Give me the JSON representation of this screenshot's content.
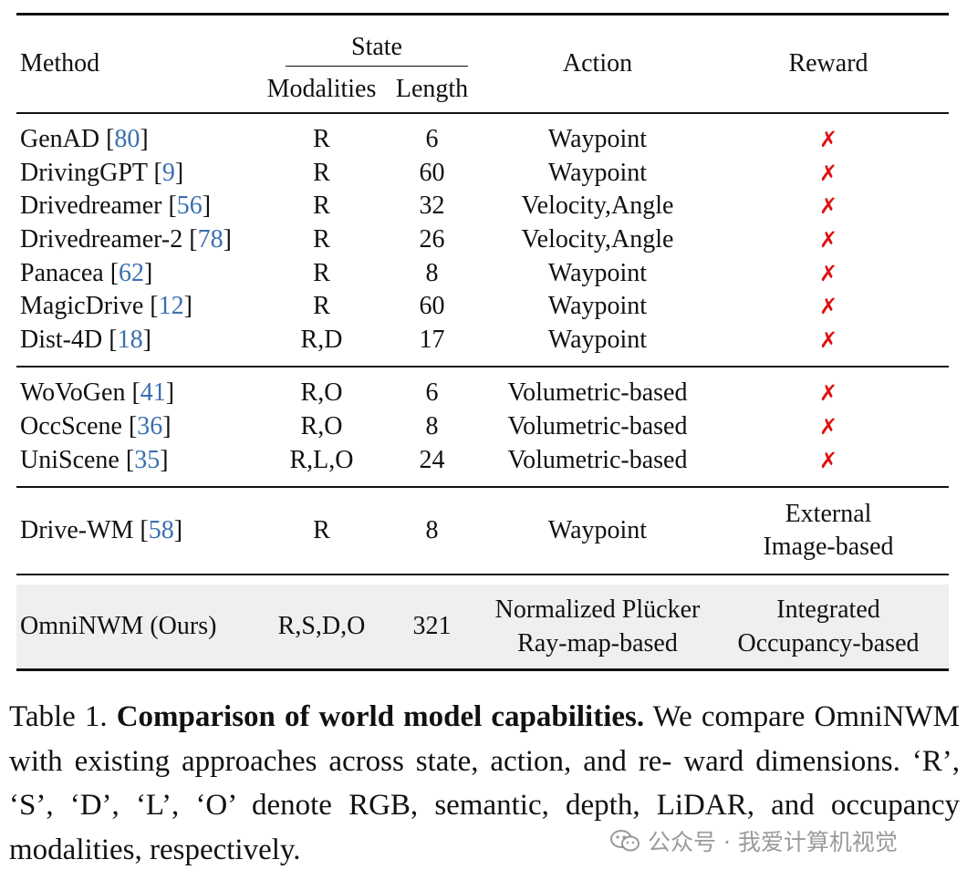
{
  "table": {
    "headers": {
      "method": "Method",
      "state": "State",
      "modalities": "Modalities",
      "length": "Length",
      "action": "Action",
      "reward": "Reward"
    },
    "groups": [
      [
        {
          "method": "GenAD",
          "ref": "80",
          "modalities": "R",
          "length": "6",
          "action": "Waypoint",
          "reward": "✗"
        },
        {
          "method": "DrivingGPT",
          "ref": "9",
          "modalities": "R",
          "length": "60",
          "action": "Waypoint",
          "reward": "✗"
        },
        {
          "method": "Drivedreamer",
          "ref": "56",
          "modalities": "R",
          "length": "32",
          "action": "Velocity,Angle",
          "reward": "✗"
        },
        {
          "method": "Drivedreamer-2",
          "ref": "78",
          "modalities": "R",
          "length": "26",
          "action": "Velocity,Angle",
          "reward": "✗"
        },
        {
          "method": "Panacea",
          "ref": "62",
          "modalities": "R",
          "length": "8",
          "action": "Waypoint",
          "reward": "✗"
        },
        {
          "method": "MagicDrive",
          "ref": "12",
          "modalities": "R",
          "length": "60",
          "action": "Waypoint",
          "reward": "✗"
        },
        {
          "method": "Dist-4D",
          "ref": "18",
          "modalities": "R,D",
          "length": "17",
          "action": "Waypoint",
          "reward": "✗"
        }
      ],
      [
        {
          "method": "WoVoGen",
          "ref": "41",
          "modalities": "R,O",
          "length": "6",
          "action": "Volumetric-based",
          "reward": "✗"
        },
        {
          "method": "OccScene",
          "ref": "36",
          "modalities": "R,O",
          "length": "8",
          "action": "Volumetric-based",
          "reward": "✗"
        },
        {
          "method": "UniScene",
          "ref": "35",
          "modalities": "R,L,O",
          "length": "24",
          "action": "Volumetric-based",
          "reward": "✗"
        }
      ]
    ],
    "drive_wm": {
      "method": "Drive-WM",
      "ref": "58",
      "modalities": "R",
      "length": "8",
      "action": "Waypoint",
      "reward_line1": "External",
      "reward_line2": "Image-based"
    },
    "ours": {
      "method": "OmniNWM (Ours)",
      "modalities": "R,S,D,O",
      "length": "321",
      "action_line1": "Normalized Plücker",
      "action_line2": "Ray-map-based",
      "reward_line1": "Integrated",
      "reward_line2": "Occupancy-based"
    }
  },
  "caption": {
    "label": "Table 1.",
    "title": "Comparison of world model capabilities.",
    "body": "We compare OmniNWM with existing approaches across state, action, and re- ward dimensions. ‘R’, ‘S’, ‘D’, ‘L’, ‘O’ denote RGB, semantic, depth, LiDAR, and occupancy modalities, respectively."
  },
  "watermark": {
    "text": "公众号 · 我爱计算机视觉",
    "icon": "wechat-icon"
  },
  "colors": {
    "reference": "#3a6fb0",
    "cross": "#e01010",
    "highlight_row": "#efefef"
  }
}
